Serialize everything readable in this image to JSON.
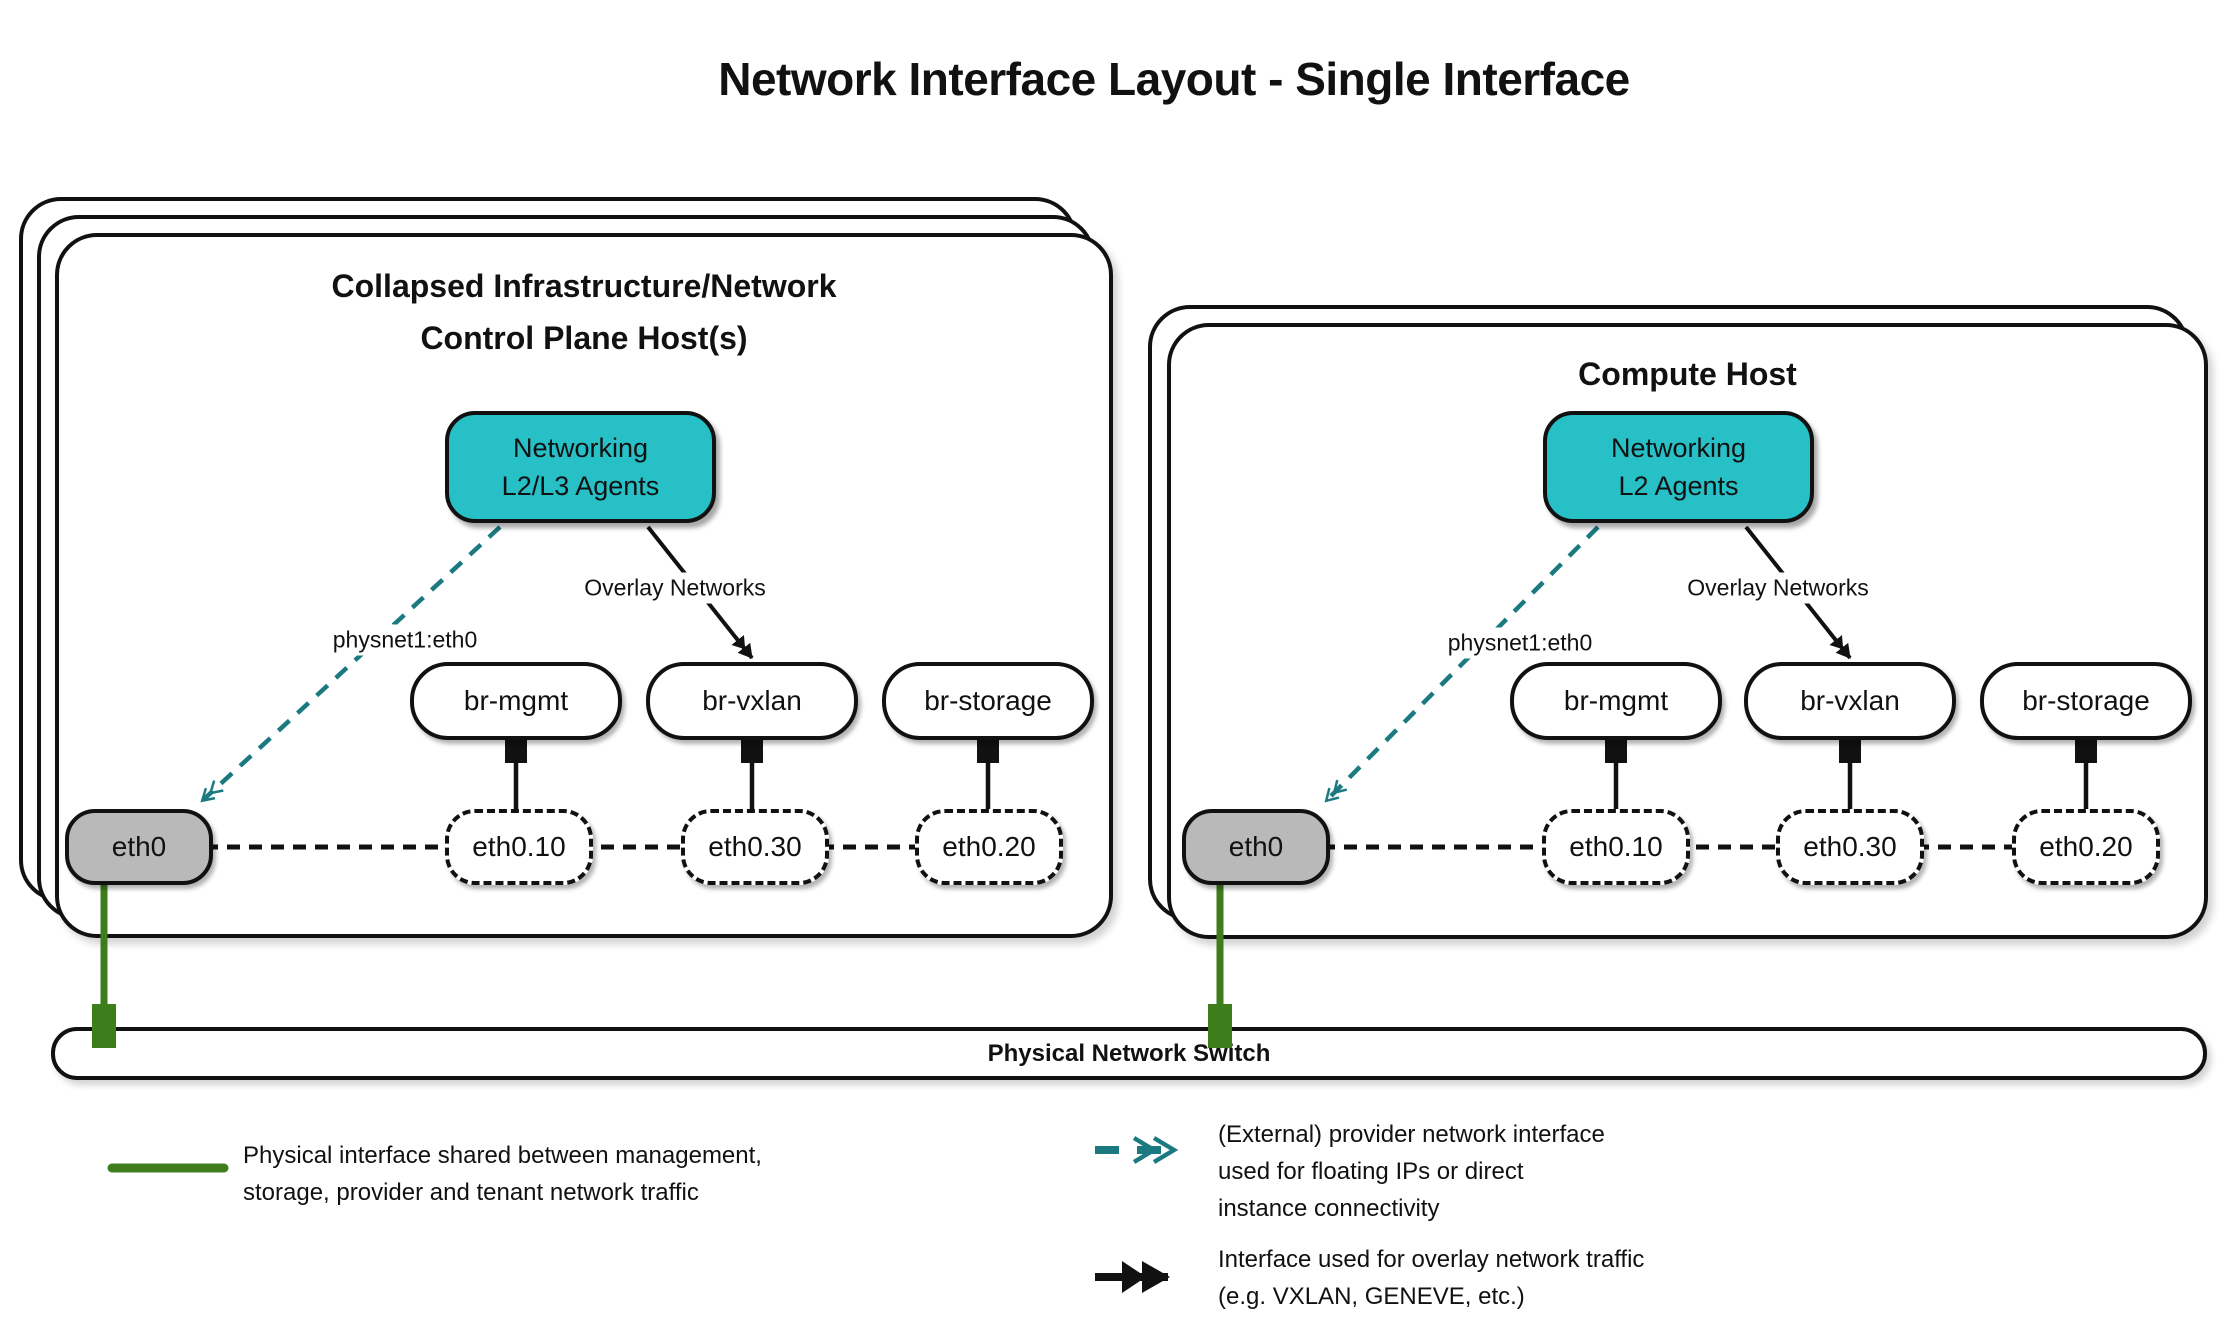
{
  "title": "Network Interface Layout - Single Interface",
  "hosts": [
    {
      "title_lines": [
        "Collapsed Infrastructure/Network",
        "Control Plane Host(s)"
      ],
      "agent_label_lines": [
        "Networking",
        "L2/L3 Agents"
      ],
      "provider_label": "physnet1:eth0",
      "overlay_label": "Overlay Networks",
      "bridges": [
        "br-mgmt",
        "br-vxlan",
        "br-storage"
      ],
      "physical_interface": "eth0",
      "vlan_interfaces": [
        "eth0.10",
        "eth0.30",
        "eth0.20"
      ]
    },
    {
      "title_lines": [
        "Compute Host"
      ],
      "agent_label_lines": [
        "Networking",
        "L2 Agents"
      ],
      "provider_label": "physnet1:eth0",
      "overlay_label": "Overlay Networks",
      "bridges": [
        "br-mgmt",
        "br-vxlan",
        "br-storage"
      ],
      "physical_interface": "eth0",
      "vlan_interfaces": [
        "eth0.10",
        "eth0.30",
        "eth0.20"
      ]
    }
  ],
  "switch": {
    "label": "Physical Network Switch"
  },
  "legend": [
    {
      "symbol": "physical-interface-line",
      "lines": [
        "Physical interface shared between management,",
        "storage, provider and tenant network traffic"
      ]
    },
    {
      "symbol": "provider-network-arrow",
      "lines": [
        "(External) provider network interface",
        "used for floating IPs or direct",
        "instance connectivity"
      ]
    },
    {
      "symbol": "overlay-network-arrow",
      "lines": [
        "Interface used for overlay network traffic",
        "(e.g. VXLAN, GENEVE, etc.)"
      ]
    }
  ],
  "colors": {
    "agent_fill": "#26c0c6",
    "provider_line": "#1b7a80",
    "physical_line": "#3e7d1c",
    "physical_interface_fill": "#b9b9b9",
    "line_black": "#111111"
  }
}
